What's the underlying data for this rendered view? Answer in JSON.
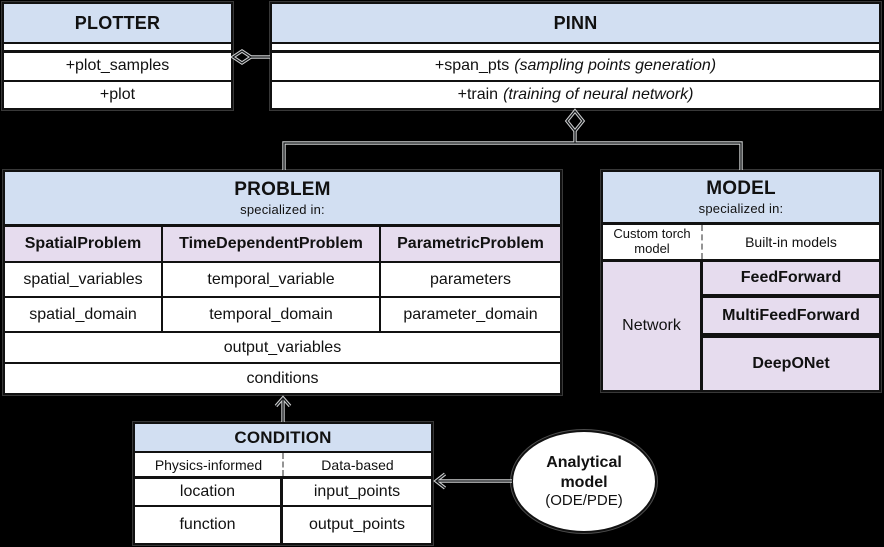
{
  "colors": {
    "background": "#000000",
    "box_fill": "#ffffff",
    "header_blue": "#d2dff2",
    "specialized_purple": "#e6dcee",
    "border": "#111111",
    "connector_halo": "#f2f4f5"
  },
  "plotter": {
    "title": "PLOTTER",
    "rows": [
      "+plot_samples",
      "+plot"
    ]
  },
  "pinn": {
    "title": "PINN",
    "rows": [
      {
        "name": "+span_pts",
        "note": "(sampling points generation)"
      },
      {
        "name": "+train",
        "note": "(training of neural network)"
      }
    ]
  },
  "problem": {
    "title": "PROBLEM",
    "subtitle": "specialized in:",
    "columns": [
      {
        "header": "SpatialProblem",
        "attrs": [
          "spatial_variables",
          "spatial_domain"
        ]
      },
      {
        "header": "TimeDependentProblem",
        "attrs": [
          "temporal_variable",
          "temporal_domain"
        ]
      },
      {
        "header": "ParametricProblem",
        "attrs": [
          "parameters",
          "parameter_domain"
        ]
      }
    ],
    "shared_rows": [
      "output_variables",
      "conditions"
    ]
  },
  "model": {
    "title": "MODEL",
    "subtitle": "specialized in:",
    "left_header": "Custom torch model",
    "right_header": "Built-in models",
    "left_cell": "Network",
    "right_cells": [
      "FeedForward",
      "MultiFeedForward",
      "DeepONet"
    ]
  },
  "condition": {
    "title": "CONDITION",
    "left_header": "Physics-informed",
    "right_header": "Data-based",
    "left_rows": [
      "location",
      "function"
    ],
    "right_rows": [
      "input_points",
      "output_points"
    ]
  },
  "analytical_model": {
    "line1": "Analytical",
    "line2": "model",
    "line3": "(ODE/PDE)"
  }
}
